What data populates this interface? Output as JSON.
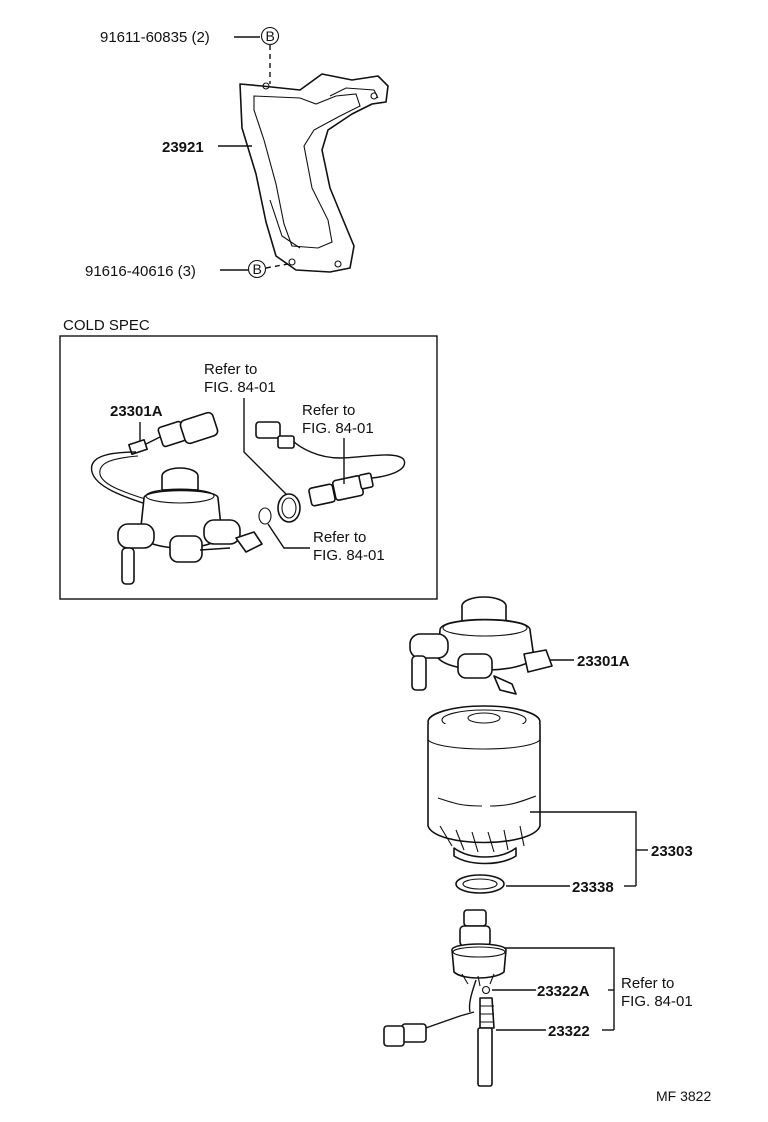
{
  "labels": {
    "bolt_top": "91611-60835 (2)",
    "bolt_top_ref": "B",
    "bracket": "23921",
    "bolt_bottom": "91616-40616 (3)",
    "bolt_bottom_ref": "B",
    "cold_spec": "COLD SPEC",
    "inset_part": "23301A",
    "refer_1_line1": "Refer to",
    "refer_1_line2": "FIG. 84-01",
    "refer_2_line1": "Refer to",
    "refer_2_line2": "FIG. 84-01",
    "refer_3_line1": "Refer to",
    "refer_3_line2": "FIG. 84-01",
    "filter_head": "23301A",
    "filter_assy": "23303",
    "gasket": "23338",
    "sensor_ring": "23322A",
    "sensor": "23322",
    "refer_4_line1": "Refer to",
    "refer_4_line2": "FIG. 84-01",
    "figure_code": "MF 3822"
  }
}
